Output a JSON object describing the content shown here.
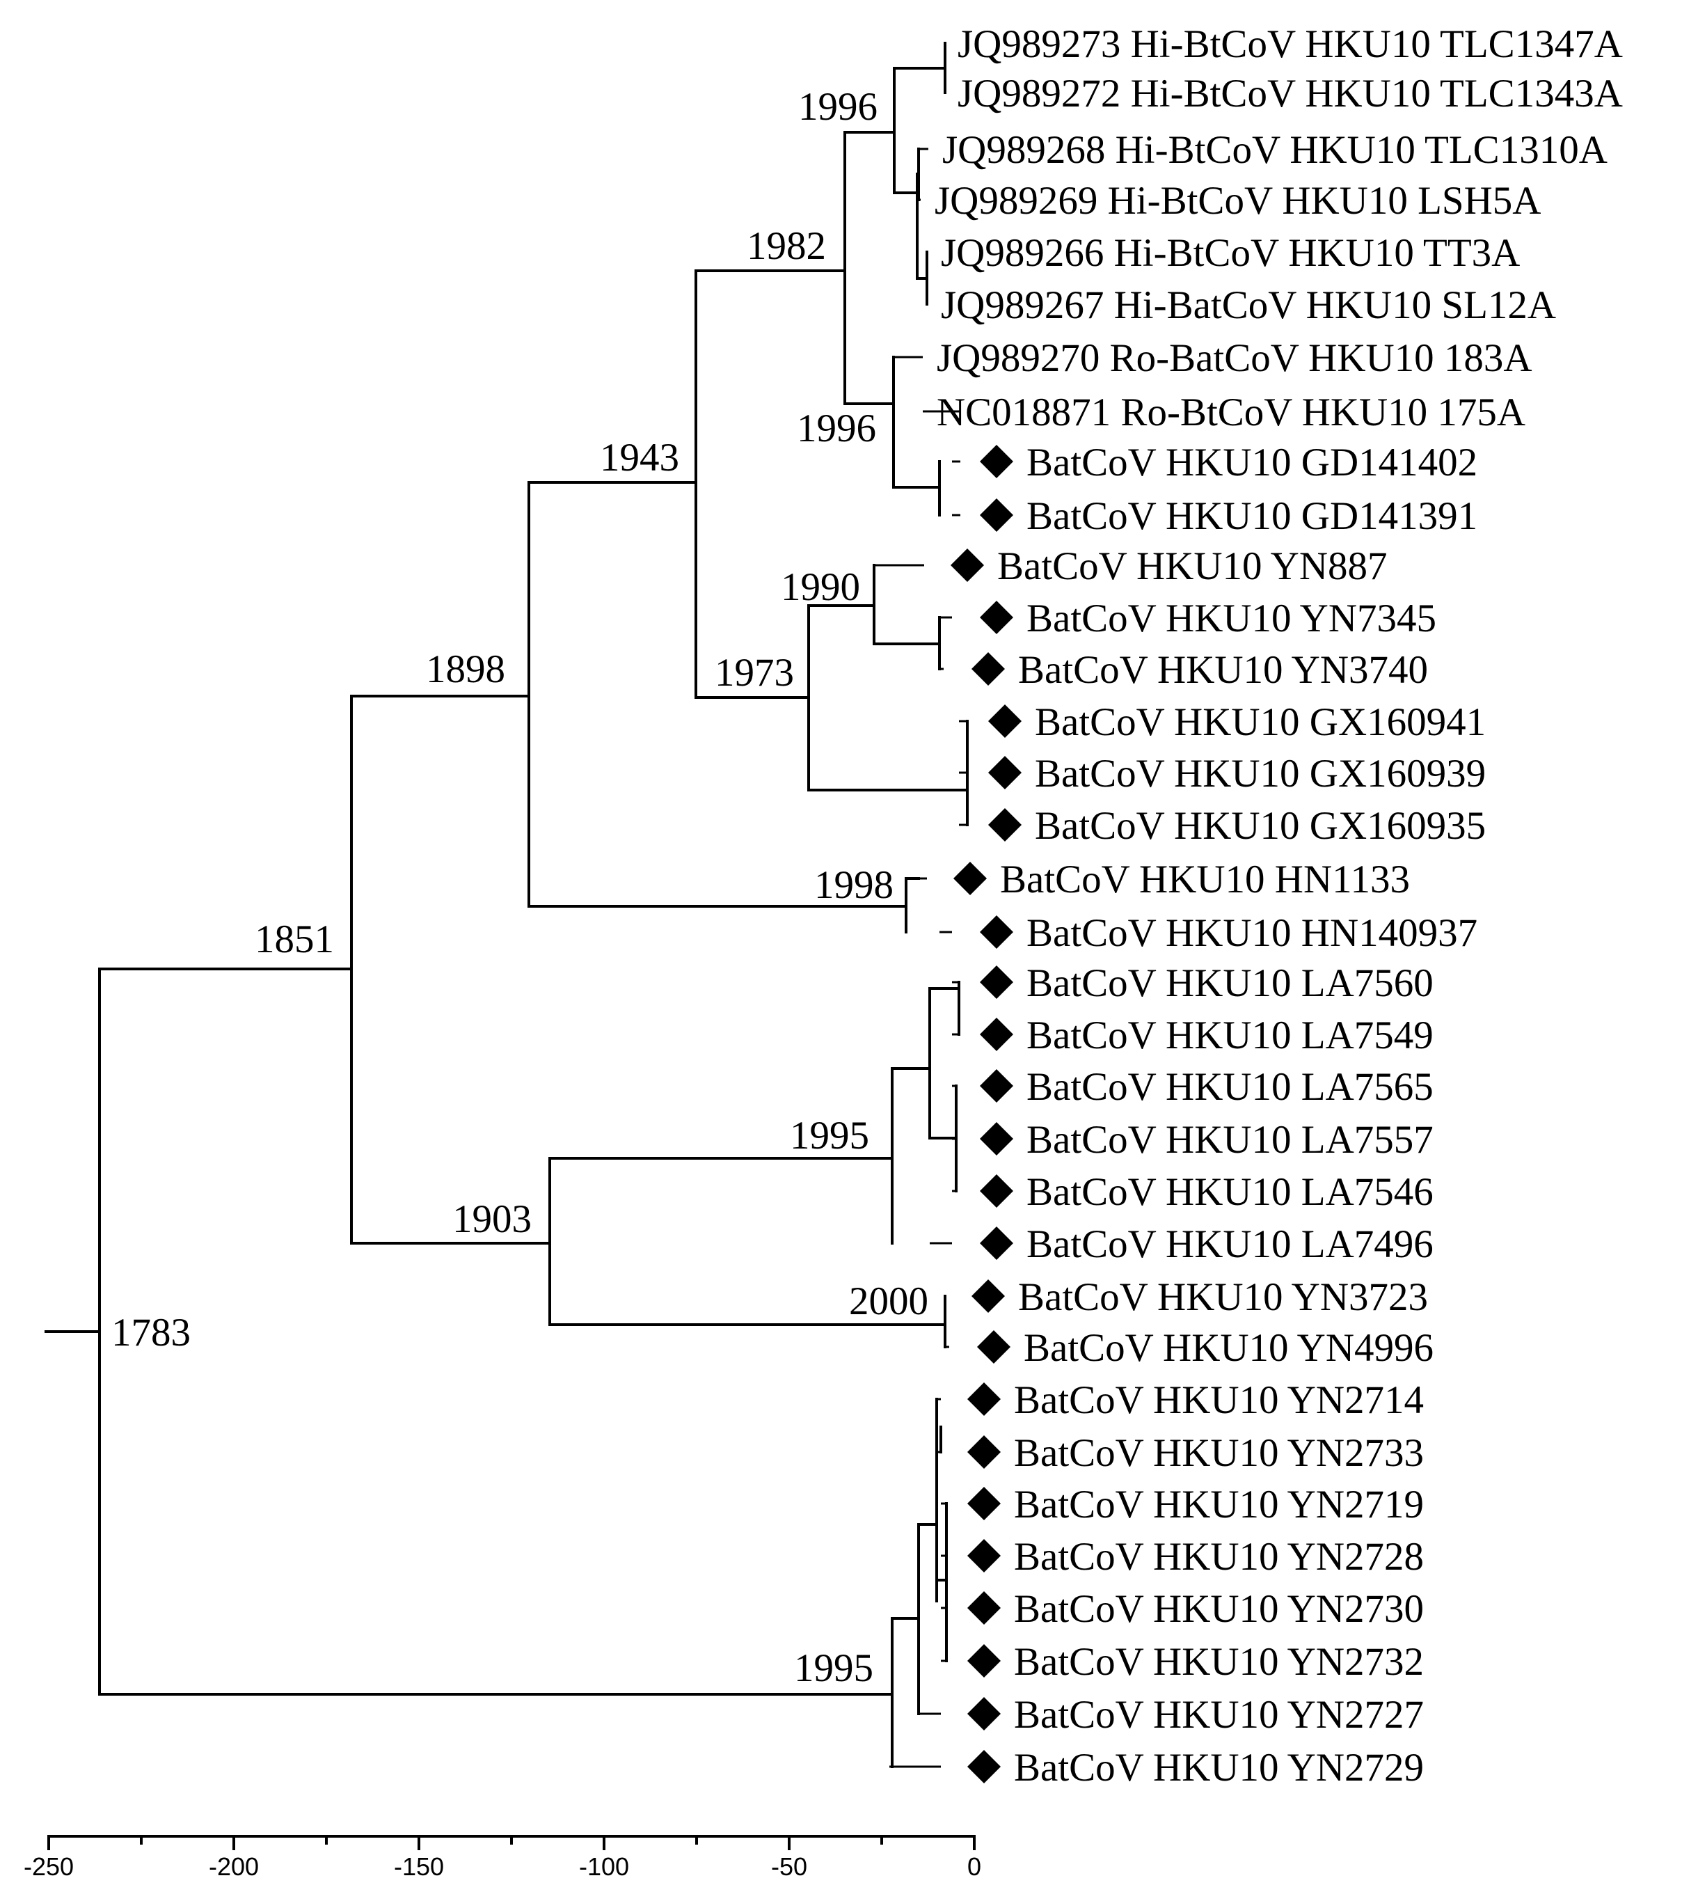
{
  "tree": {
    "root_label": "1783",
    "node_labels": [
      "1851",
      "1898",
      "1943",
      "1982",
      "1996",
      "1996",
      "1973",
      "1990",
      "1998",
      "1903",
      "1995",
      "2000",
      "1995"
    ],
    "tips": [
      {
        "label": "JQ989273 Hi-BtCoV HKU10 TLC1347A",
        "marker": false
      },
      {
        "label": "JQ989272 Hi-BtCoV HKU10 TLC1343A",
        "marker": false
      },
      {
        "label": "JQ989268 Hi-BtCoV HKU10 TLC1310A",
        "marker": false
      },
      {
        "label": "JQ989269 Hi-BtCoV HKU10 LSH5A",
        "marker": false
      },
      {
        "label": "JQ989266 Hi-BtCoV HKU10 TT3A",
        "marker": false
      },
      {
        "label": "JQ989267 Hi-BatCoV HKU10 SL12A",
        "marker": false
      },
      {
        "label": "JQ989270 Ro-BatCoV HKU10 183A",
        "marker": false
      },
      {
        "label": "NC018871 Ro-BtCoV HKU10 175A",
        "marker": false
      },
      {
        "label": "BatCoV HKU10 GD141402",
        "marker": true
      },
      {
        "label": "BatCoV HKU10 GD141391",
        "marker": true
      },
      {
        "label": "BatCoV HKU10 YN887",
        "marker": true
      },
      {
        "label": "BatCoV HKU10 YN7345",
        "marker": true
      },
      {
        "label": "BatCoV HKU10 YN3740",
        "marker": true
      },
      {
        "label": "BatCoV HKU10 GX160941",
        "marker": true
      },
      {
        "label": "BatCoV HKU10 GX160939",
        "marker": true
      },
      {
        "label": "BatCoV HKU10 GX160935",
        "marker": true
      },
      {
        "label": "BatCoV HKU10 HN1133",
        "marker": true
      },
      {
        "label": "BatCoV HKU10 HN140937",
        "marker": true
      },
      {
        "label": "BatCoV HKU10 LA7560",
        "marker": true
      },
      {
        "label": "BatCoV HKU10 LA7549",
        "marker": true
      },
      {
        "label": "BatCoV HKU10 LA7565",
        "marker": true
      },
      {
        "label": "BatCoV HKU10 LA7557",
        "marker": true
      },
      {
        "label": "BatCoV HKU10 LA7546",
        "marker": true
      },
      {
        "label": "BatCoV HKU10 LA7496",
        "marker": true
      },
      {
        "label": "BatCoV HKU10 YN3723",
        "marker": true
      },
      {
        "label": "BatCoV HKU10 YN4996",
        "marker": true
      },
      {
        "label": "BatCoV HKU10 YN2714",
        "marker": true
      },
      {
        "label": "BatCoV HKU10 YN2733",
        "marker": true
      },
      {
        "label": "BatCoV HKU10 YN2719",
        "marker": true
      },
      {
        "label": "BatCoV HKU10 YN2728",
        "marker": true
      },
      {
        "label": "BatCoV HKU10 YN2730",
        "marker": true
      },
      {
        "label": "BatCoV HKU10 YN2732",
        "marker": true
      },
      {
        "label": "BatCoV HKU10 YN2727",
        "marker": true
      },
      {
        "label": "BatCoV HKU10 YN2729",
        "marker": true
      }
    ]
  },
  "axis": {
    "ticks": [
      "-250",
      "-200",
      "-150",
      "-100",
      "-50",
      "0"
    ]
  }
}
